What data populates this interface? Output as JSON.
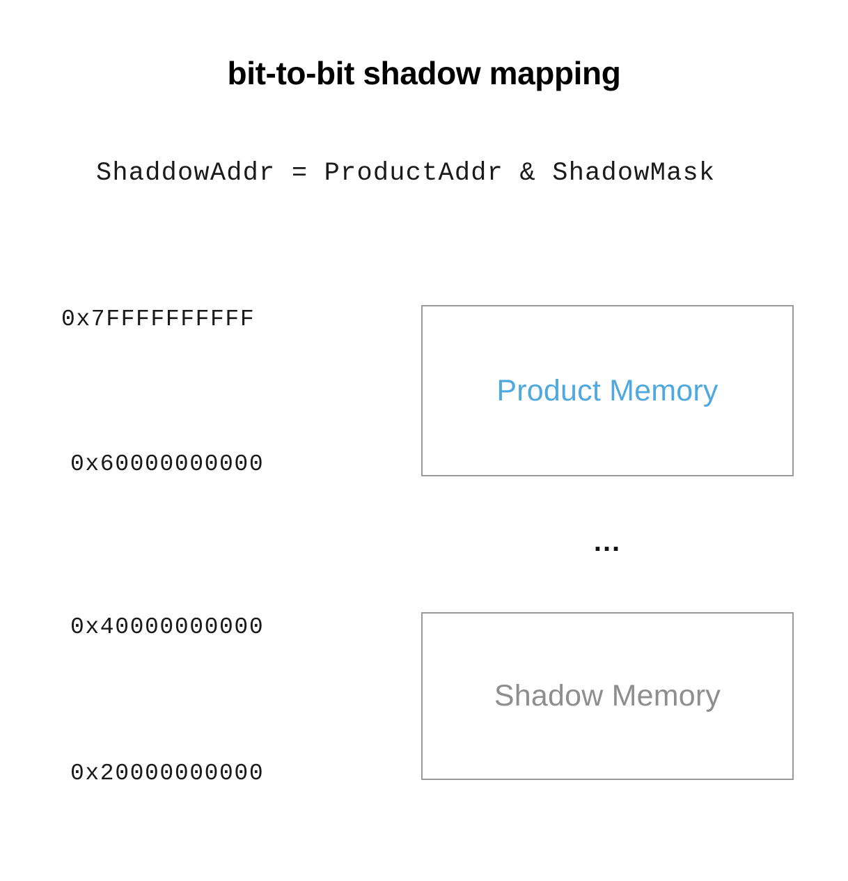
{
  "slide": {
    "title": "bit-to-bit shadow mapping",
    "formula": "ShaddowAddr = ProductAddr & ShadowMask",
    "background_color": "#ffffff"
  },
  "address_labels": [
    {
      "key": "product_top",
      "text": "0x7FFFFFFFFFF"
    },
    {
      "key": "product_bottom",
      "text": "0x60000000000"
    },
    {
      "key": "shadow_top",
      "text": "0x40000000000"
    },
    {
      "key": "shadow_bottom",
      "text": "0x20000000000"
    }
  ],
  "memory_regions": [
    {
      "key": "product",
      "label": "Product Memory",
      "label_color": "#4fa8de",
      "border_color": "#9a9a9a",
      "range_top": "0x7FFFFFFFFFF",
      "range_bottom": "0x60000000000"
    },
    {
      "key": "shadow",
      "label": "Shadow Memory",
      "label_color": "#8e8e8e",
      "border_color": "#9a9a9a",
      "range_top": "0x40000000000",
      "range_bottom": "0x20000000000"
    }
  ],
  "gap": {
    "ellipsis": "..."
  }
}
